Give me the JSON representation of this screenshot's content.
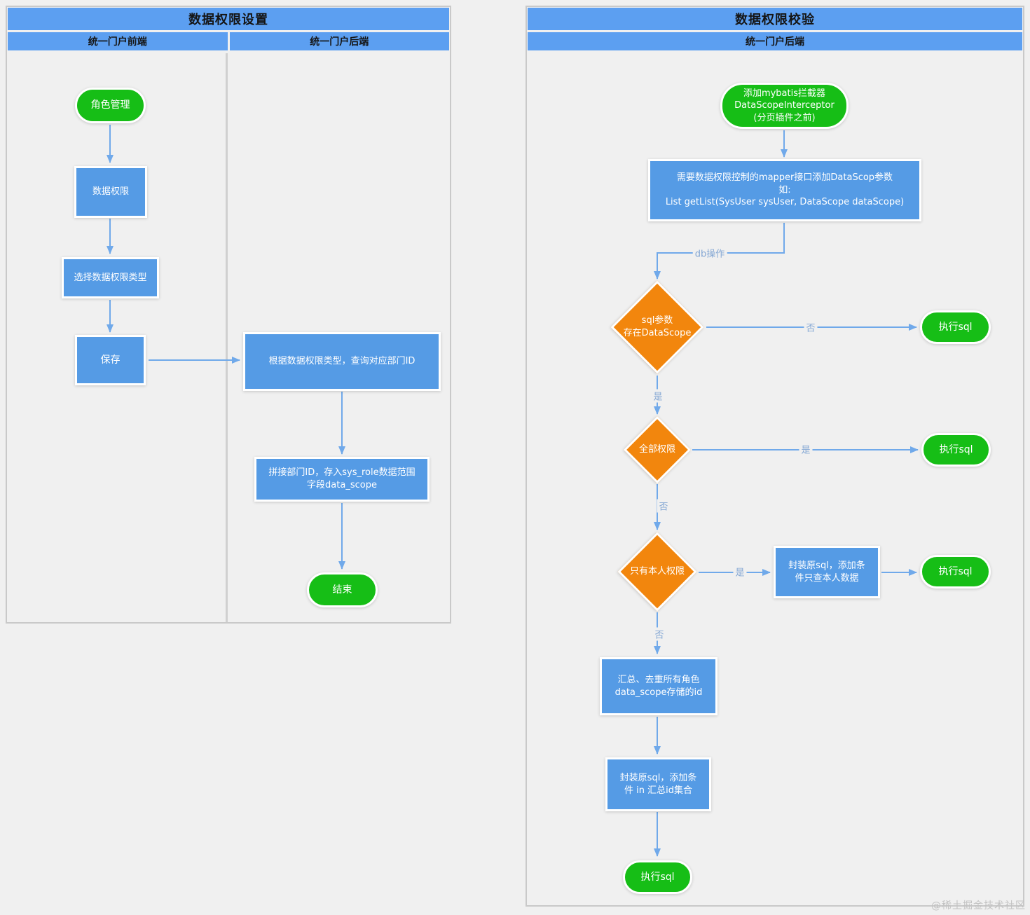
{
  "watermark": "@稀土掘金技术社区",
  "left_panel": {
    "title": "数据权限设置",
    "lanes": [
      "统一门户前端",
      "统一门户后端"
    ],
    "nodes": {
      "role_management": "角色管理",
      "data_permission": "数据权限",
      "select_permission_type": "选择数据权限类型",
      "save": "保存",
      "query_dept_id": "根据数据权限类型，查询对应部门ID",
      "concat_dept_id": "拼接部门ID，存入sys_role数据范围\n字段data_scope",
      "end": "结束"
    }
  },
  "right_panel": {
    "title": "数据权限校验",
    "lanes": [
      "统一门户后端"
    ],
    "nodes": {
      "add_interceptor": "添加mybatis拦截器\nDataScopeInterceptor\n(分页插件之前)",
      "mapper_param": "需要数据权限控制的mapper接口添加DataScop参数\n如:\nList getList(SysUser sysUser, DataScope dataScope)",
      "check_datascope": "sql参数\n存在DataScope",
      "exec_sql_1": "执行sql",
      "check_all_permission": "全部权限",
      "exec_sql_2": "执行sql",
      "check_self_only": "只有本人权限",
      "wrap_self_sql": "封装原sql，添加条\n件只查本人数据",
      "exec_sql_3": "执行sql",
      "aggregate_ids": "汇总、去重所有角色\ndata_scope存储的id",
      "wrap_in_sql": "封装原sql，添加条\n件 in 汇总id集合",
      "exec_sql_4": "执行sql"
    },
    "edge_labels": {
      "db_operation": "db操作",
      "yes": "是",
      "no": "否"
    }
  },
  "colors": {
    "header_blue": "#5c9ff1",
    "process_blue": "#559be5",
    "terminal_green": "#16be16",
    "decision_orange": "#f2860d",
    "arrow_blue": "#70a9ea"
  }
}
